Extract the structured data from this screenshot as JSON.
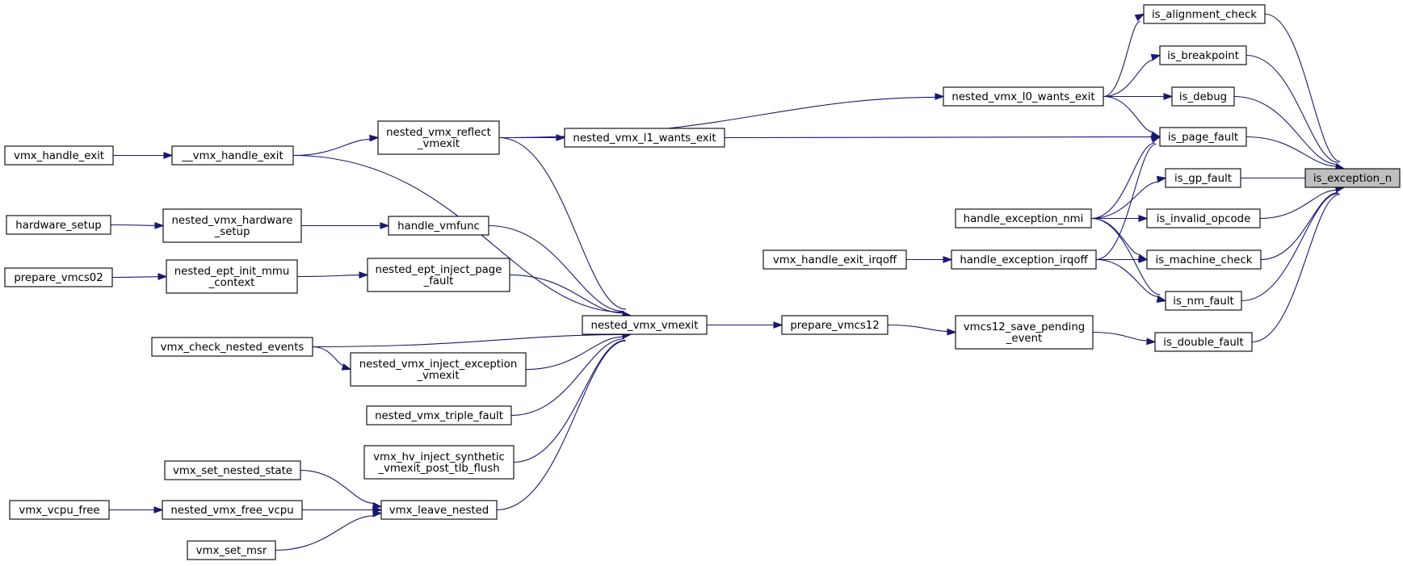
{
  "root": "is_exception_n",
  "colors": {
    "edge": "#191970",
    "node_border": "#000000",
    "root_fill": "#bfbfbf",
    "node_fill": "#ffffff"
  },
  "nodes": [
    {
      "id": "is_exception_n",
      "lines": [
        "is_exception_n"
      ]
    },
    {
      "id": "is_alignment_check",
      "lines": [
        "is_alignment_check"
      ]
    },
    {
      "id": "is_breakpoint",
      "lines": [
        "is_breakpoint"
      ]
    },
    {
      "id": "is_debug",
      "lines": [
        "is_debug"
      ]
    },
    {
      "id": "is_page_fault",
      "lines": [
        "is_page_fault"
      ]
    },
    {
      "id": "is_gp_fault",
      "lines": [
        "is_gp_fault"
      ]
    },
    {
      "id": "is_invalid_opcode",
      "lines": [
        "is_invalid_opcode"
      ]
    },
    {
      "id": "is_machine_check",
      "lines": [
        "is_machine_check"
      ]
    },
    {
      "id": "is_nm_fault",
      "lines": [
        "is_nm_fault"
      ]
    },
    {
      "id": "is_double_fault",
      "lines": [
        "is_double_fault"
      ]
    },
    {
      "id": "nested_vmx_l0_wants_exit",
      "lines": [
        "nested_vmx_l0_wants_exit"
      ]
    },
    {
      "id": "nested_vmx_l1_wants_exit",
      "lines": [
        "nested_vmx_l1_wants_exit"
      ]
    },
    {
      "id": "handle_exception_nmi",
      "lines": [
        "handle_exception_nmi"
      ]
    },
    {
      "id": "handle_exception_irqoff",
      "lines": [
        "handle_exception_irqoff"
      ]
    },
    {
      "id": "vmcs12_save_pending_event",
      "lines": [
        "vmcs12_save_pending",
        "_event"
      ]
    },
    {
      "id": "vmx_handle_exit_irqoff",
      "lines": [
        "vmx_handle_exit_irqoff"
      ]
    },
    {
      "id": "prepare_vmcs12",
      "lines": [
        "prepare_vmcs12"
      ]
    },
    {
      "id": "nested_vmx_vmexit",
      "lines": [
        "nested_vmx_vmexit"
      ]
    },
    {
      "id": "nested_vmx_reflect_vmexit",
      "lines": [
        "nested_vmx_reflect",
        "_vmexit"
      ]
    },
    {
      "id": "__vmx_handle_exit",
      "lines": [
        "__vmx_handle_exit"
      ]
    },
    {
      "id": "vmx_handle_exit",
      "lines": [
        "vmx_handle_exit"
      ]
    },
    {
      "id": "handle_vmfunc",
      "lines": [
        "handle_vmfunc"
      ]
    },
    {
      "id": "nested_vmx_hardware_setup",
      "lines": [
        "nested_vmx_hardware",
        "_setup"
      ]
    },
    {
      "id": "hardware_setup",
      "lines": [
        "hardware_setup"
      ]
    },
    {
      "id": "nested_ept_inject_page_fault",
      "lines": [
        "nested_ept_inject_page",
        "_fault"
      ]
    },
    {
      "id": "nested_ept_init_mmu_context",
      "lines": [
        "nested_ept_init_mmu",
        "_context"
      ]
    },
    {
      "id": "prepare_vmcs02",
      "lines": [
        "prepare_vmcs02"
      ]
    },
    {
      "id": "vmx_check_nested_events",
      "lines": [
        "vmx_check_nested_events"
      ]
    },
    {
      "id": "nested_vmx_inject_exception_vmexit",
      "lines": [
        "nested_vmx_inject_exception",
        "_vmexit"
      ]
    },
    {
      "id": "nested_vmx_triple_fault",
      "lines": [
        "nested_vmx_triple_fault"
      ]
    },
    {
      "id": "vmx_hv_inject_synthetic_vmexit_post_tlb_flush",
      "lines": [
        "vmx_hv_inject_synthetic",
        "_vmexit_post_tlb_flush"
      ]
    },
    {
      "id": "vmx_leave_nested",
      "lines": [
        "vmx_leave_nested"
      ]
    },
    {
      "id": "vmx_set_nested_state",
      "lines": [
        "vmx_set_nested_state"
      ]
    },
    {
      "id": "nested_vmx_free_vcpu",
      "lines": [
        "nested_vmx_free_vcpu"
      ]
    },
    {
      "id": "vmx_vcpu_free",
      "lines": [
        "vmx_vcpu_free"
      ]
    },
    {
      "id": "vmx_set_msr",
      "lines": [
        "vmx_set_msr"
      ]
    }
  ],
  "edges": [
    {
      "from": "is_alignment_check",
      "to": "is_exception_n"
    },
    {
      "from": "is_breakpoint",
      "to": "is_exception_n"
    },
    {
      "from": "is_debug",
      "to": "is_exception_n"
    },
    {
      "from": "is_page_fault",
      "to": "is_exception_n"
    },
    {
      "from": "is_gp_fault",
      "to": "is_exception_n"
    },
    {
      "from": "is_invalid_opcode",
      "to": "is_exception_n"
    },
    {
      "from": "is_machine_check",
      "to": "is_exception_n"
    },
    {
      "from": "is_nm_fault",
      "to": "is_exception_n"
    },
    {
      "from": "is_double_fault",
      "to": "is_exception_n"
    },
    {
      "from": "nested_vmx_l0_wants_exit",
      "to": "is_alignment_check"
    },
    {
      "from": "nested_vmx_l0_wants_exit",
      "to": "is_breakpoint"
    },
    {
      "from": "nested_vmx_l0_wants_exit",
      "to": "is_debug"
    },
    {
      "from": "nested_vmx_l0_wants_exit",
      "to": "is_page_fault"
    },
    {
      "from": "nested_vmx_l1_wants_exit",
      "to": "is_page_fault"
    },
    {
      "from": "handle_exception_nmi",
      "to": "is_page_fault"
    },
    {
      "from": "handle_exception_irqoff",
      "to": "is_page_fault"
    },
    {
      "from": "handle_exception_nmi",
      "to": "is_gp_fault"
    },
    {
      "from": "handle_exception_nmi",
      "to": "is_invalid_opcode"
    },
    {
      "from": "handle_exception_nmi",
      "to": "is_machine_check"
    },
    {
      "from": "handle_exception_irqoff",
      "to": "is_machine_check"
    },
    {
      "from": "handle_exception_nmi",
      "to": "is_nm_fault"
    },
    {
      "from": "handle_exception_irqoff",
      "to": "is_nm_fault"
    },
    {
      "from": "vmcs12_save_pending_event",
      "to": "is_double_fault"
    },
    {
      "from": "vmx_handle_exit_irqoff",
      "to": "handle_exception_irqoff"
    },
    {
      "from": "prepare_vmcs12",
      "to": "vmcs12_save_pending_event"
    },
    {
      "from": "nested_vmx_vmexit",
      "to": "prepare_vmcs12"
    },
    {
      "from": "nested_vmx_reflect_vmexit",
      "to": "nested_vmx_l0_wants_exit"
    },
    {
      "from": "nested_vmx_reflect_vmexit",
      "to": "nested_vmx_l1_wants_exit"
    },
    {
      "from": "nested_vmx_reflect_vmexit",
      "to": "nested_vmx_vmexit"
    },
    {
      "from": "__vmx_handle_exit",
      "to": "nested_vmx_reflect_vmexit"
    },
    {
      "from": "__vmx_handle_exit",
      "to": "nested_vmx_vmexit"
    },
    {
      "from": "vmx_handle_exit",
      "to": "__vmx_handle_exit"
    },
    {
      "from": "handle_vmfunc",
      "to": "nested_vmx_vmexit"
    },
    {
      "from": "nested_vmx_hardware_setup",
      "to": "handle_vmfunc"
    },
    {
      "from": "hardware_setup",
      "to": "nested_vmx_hardware_setup"
    },
    {
      "from": "nested_ept_inject_page_fault",
      "to": "nested_vmx_vmexit"
    },
    {
      "from": "nested_ept_init_mmu_context",
      "to": "nested_ept_inject_page_fault"
    },
    {
      "from": "prepare_vmcs02",
      "to": "nested_ept_init_mmu_context"
    },
    {
      "from": "vmx_check_nested_events",
      "to": "nested_vmx_vmexit"
    },
    {
      "from": "vmx_check_nested_events",
      "to": "nested_vmx_inject_exception_vmexit"
    },
    {
      "from": "nested_vmx_inject_exception_vmexit",
      "to": "nested_vmx_vmexit"
    },
    {
      "from": "nested_vmx_triple_fault",
      "to": "nested_vmx_vmexit"
    },
    {
      "from": "vmx_hv_inject_synthetic_vmexit_post_tlb_flush",
      "to": "nested_vmx_vmexit"
    },
    {
      "from": "vmx_leave_nested",
      "to": "nested_vmx_vmexit"
    },
    {
      "from": "vmx_set_nested_state",
      "to": "vmx_leave_nested"
    },
    {
      "from": "nested_vmx_free_vcpu",
      "to": "vmx_leave_nested"
    },
    {
      "from": "vmx_vcpu_free",
      "to": "nested_vmx_free_vcpu"
    },
    {
      "from": "vmx_set_msr",
      "to": "vmx_leave_nested"
    }
  ]
}
